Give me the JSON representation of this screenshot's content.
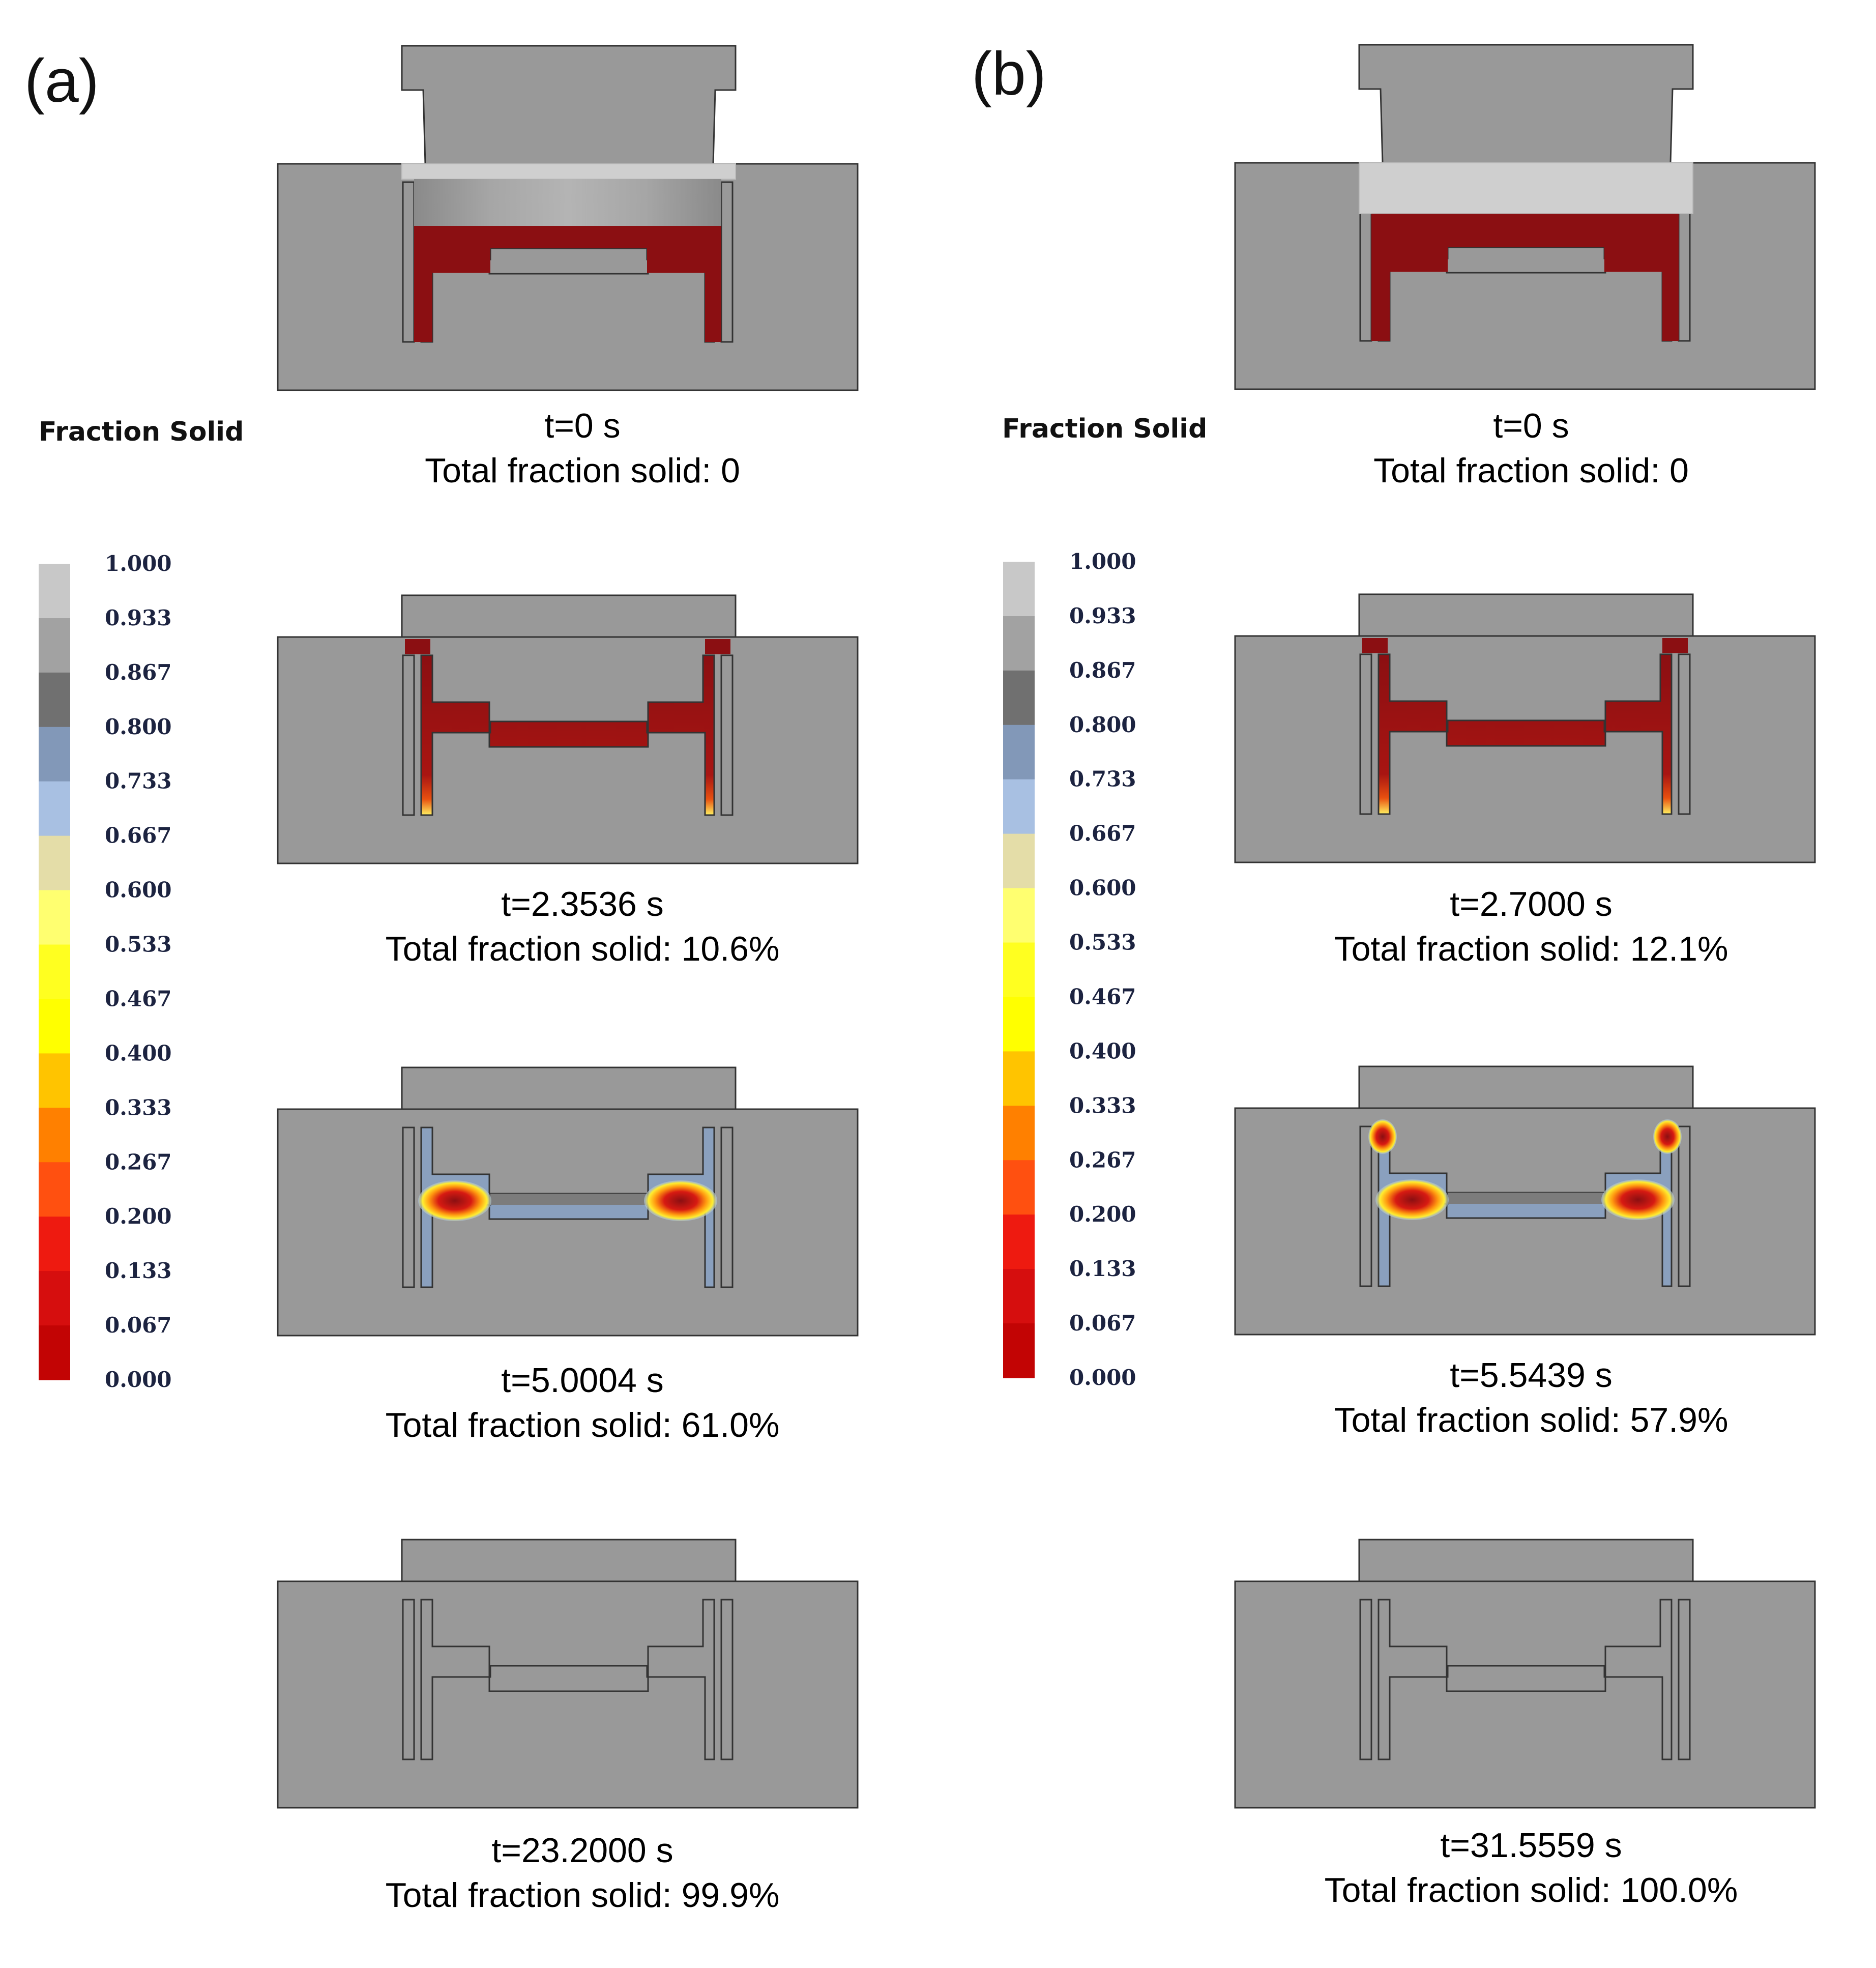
{
  "panels": [
    {
      "label": "(a)",
      "legend": {
        "title": "Fraction  Solid",
        "ticks": [
          "1.000",
          "0.933",
          "0.867",
          "0.800",
          "0.733",
          "0.667",
          "0.600",
          "0.533",
          "0.467",
          "0.400",
          "0.333",
          "0.267",
          "0.200",
          "0.133",
          "0.067",
          "0.000"
        ]
      },
      "frames": [
        {
          "time": "t=0 s",
          "total": "Total fraction solid: 0",
          "stage": "initial"
        },
        {
          "time": "t=2.3536 s",
          "total": "Total fraction solid: 10.6%",
          "stage": "early"
        },
        {
          "time": "t=5.0004 s",
          "total": "Total fraction solid: 61.0%",
          "stage": "mid"
        },
        {
          "time": "t=23.2000 s",
          "total": "Total fraction solid: 99.9%",
          "stage": "final"
        }
      ]
    },
    {
      "label": "(b)",
      "legend": {
        "title": "Fraction  Solid",
        "ticks": [
          "1.000",
          "0.933",
          "0.867",
          "0.800",
          "0.733",
          "0.667",
          "0.600",
          "0.533",
          "0.467",
          "0.400",
          "0.333",
          "0.267",
          "0.200",
          "0.133",
          "0.067",
          "0.000"
        ]
      },
      "frames": [
        {
          "time": "t=0 s",
          "total": "Total fraction solid: 0",
          "stage": "initial"
        },
        {
          "time": "t=2.7000 s",
          "total": "Total fraction solid: 12.1%",
          "stage": "early"
        },
        {
          "time": "t=5.5439 s",
          "total": "Total fraction solid: 57.9%",
          "stage": "mid"
        },
        {
          "time": "t=31.5559 s",
          "total": "Total fraction solid: 100.0%",
          "stage": "final"
        }
      ]
    }
  ],
  "colors": {
    "mold": "#999999",
    "outline": "#333333",
    "liquid": "#8b0f12",
    "plate_light": "#cfcfcf",
    "scale": [
      "#c8c8c8",
      "#a2a2a2",
      "#707070",
      "#8298b8",
      "#a8c0e2",
      "#e4dda8",
      "#ffff70",
      "#ffff20",
      "#ffff00",
      "#ffc400",
      "#ff8000",
      "#ff5010",
      "#ee1a10",
      "#d60e0e",
      "#c20404"
    ]
  }
}
